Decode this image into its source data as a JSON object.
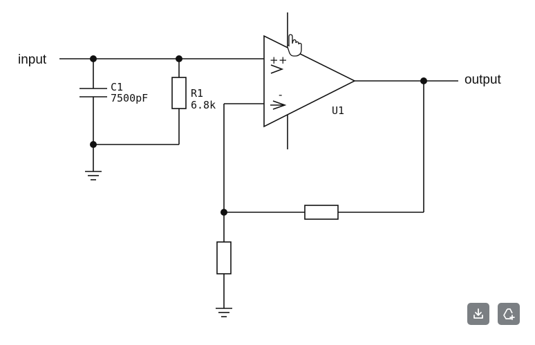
{
  "labels": {
    "input": "input",
    "output": "output",
    "c1_ref": "C1",
    "c1_value": "7500pF",
    "r1_ref": "R1",
    "r1_value": "6.8k",
    "u1_ref": "U1"
  },
  "opamp": {
    "plus_symbol": "+",
    "minus_symbol": "-"
  },
  "icons": {
    "download": "download-icon",
    "share": "share-add-icon",
    "cursor": "hand-pointer-icon"
  },
  "colors": {
    "wire": "#111111",
    "button_bg": "#7b7f83",
    "button_icon": "#ffffff"
  }
}
